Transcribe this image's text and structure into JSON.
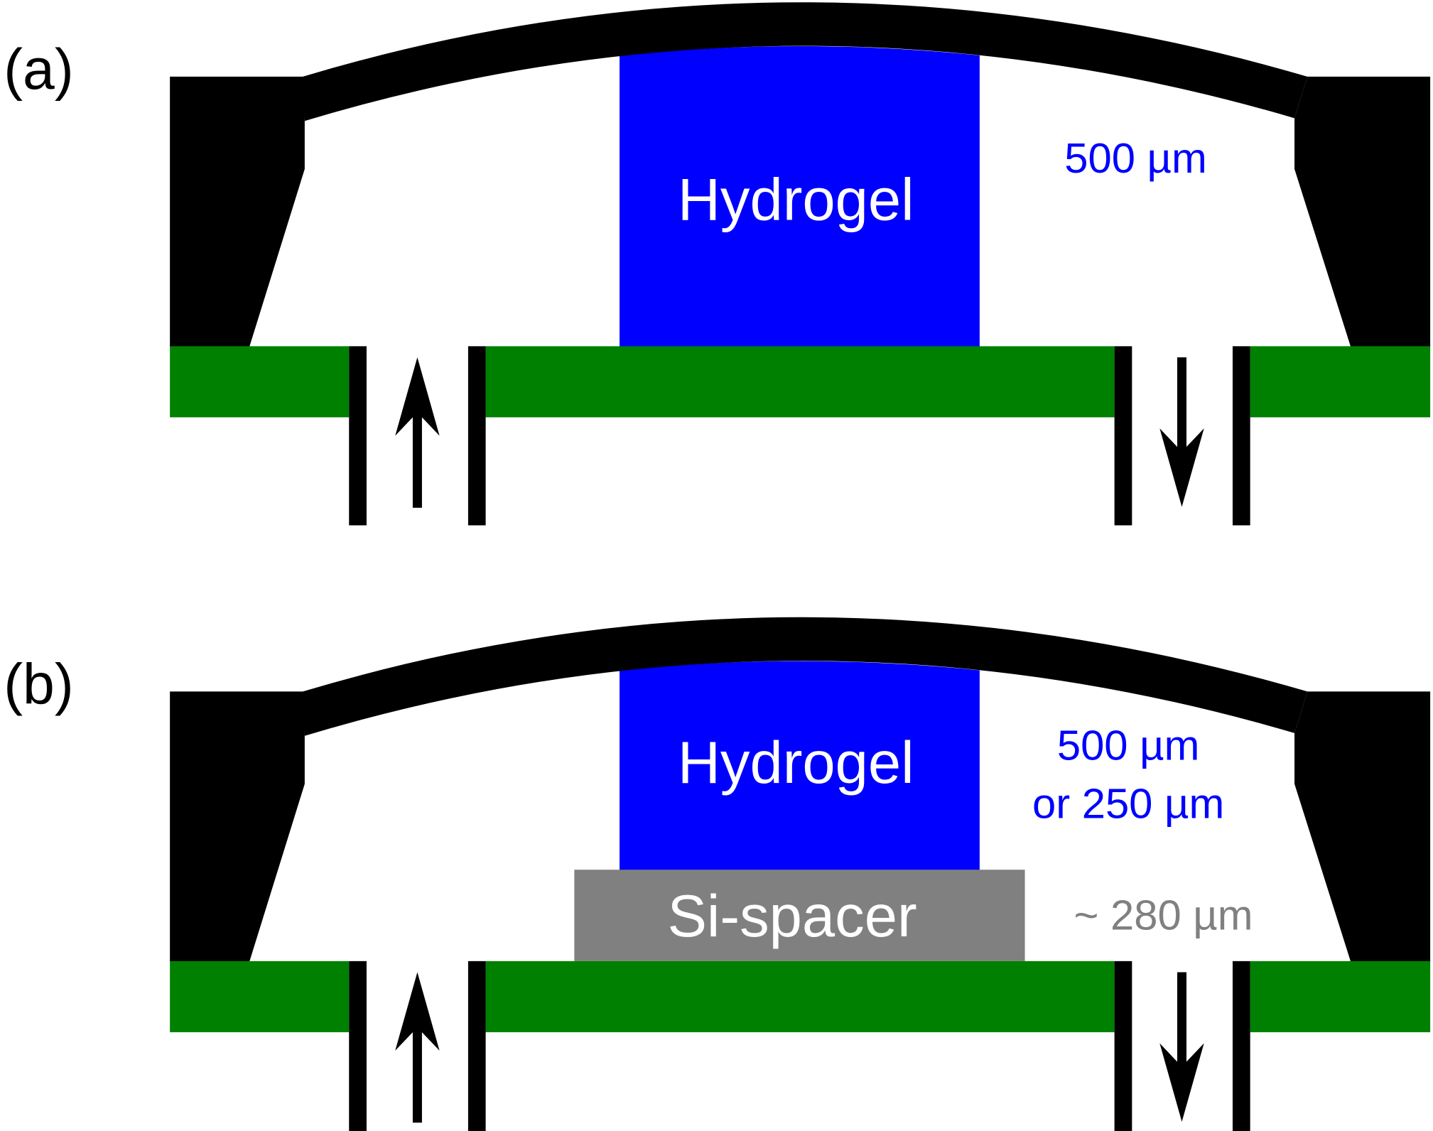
{
  "colors": {
    "structure": "#000000",
    "hydrogel": "#0000ff",
    "substrate": "#008000",
    "spacer": "#808080",
    "hydrogel_text": "#ffffff",
    "dimension_text": "#0000ff",
    "spacer_dimension_text": "#808080"
  },
  "panels": [
    {
      "label": "(a)",
      "hydrogel_label": "Hydrogel",
      "dimension_lines": [
        "500 µm"
      ],
      "inlet_arrow": "arrow-up-icon",
      "outlet_arrow": "arrow-down-icon"
    },
    {
      "label": "(b)",
      "hydrogel_label": "Hydrogel",
      "dimension_lines": [
        "500 µm",
        "or 250 µm"
      ],
      "spacer_label": "Si-spacer",
      "spacer_dimension": "~ 280 µm",
      "inlet_arrow": "arrow-up-icon",
      "outlet_arrow": "arrow-down-icon"
    }
  ]
}
